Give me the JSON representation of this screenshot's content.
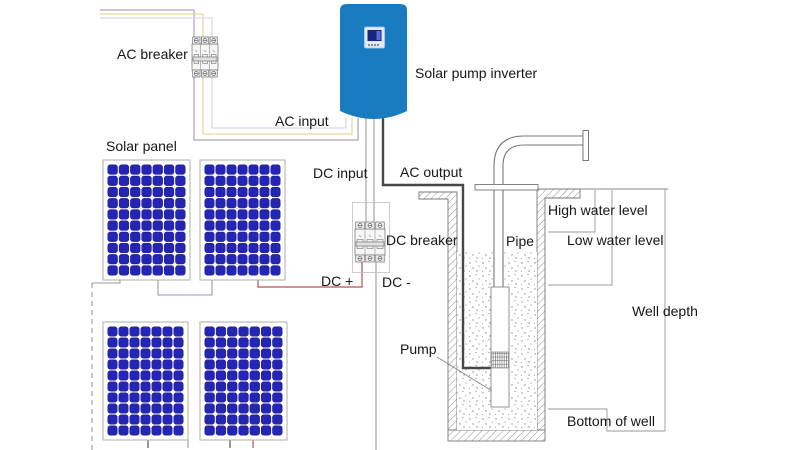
{
  "diagram": {
    "labels": {
      "ac_breaker": "AC breaker",
      "solar_panel": "Solar panel",
      "ac_input": "AC input",
      "solar_pump_inverter": "Solar pump inverter",
      "dc_input": "DC input",
      "ac_output": "AC output",
      "dc_breaker": "DC breaker",
      "dc_plus": "DC +",
      "dc_minus": "DC -",
      "pipe": "Pipe",
      "high_water_level": "High water level",
      "low_water_level": "Low water level",
      "well_depth": "Well depth",
      "pump": "Pump",
      "bottom_of_well": "Bottom of well"
    },
    "colors": {
      "inverter_body": "#1a7cc0",
      "inverter_screen": "#18247e",
      "panel_cell": "#2525b5",
      "dc_plus_wire": "#b45050",
      "ac_wire_gray": "#a8a8bc",
      "ac_wire_yellow": "#e6dc9a",
      "ac_wire_pale": "#d9d9ea",
      "dc_wire_gray": "#9a9aa8",
      "output_cable": "#474747",
      "label_text": "#161616"
    },
    "components": {
      "solar_panel_count": 4,
      "panel_cell_columns": 7,
      "panel_cell_rows": 10,
      "breaker_pole_count": 3
    }
  }
}
